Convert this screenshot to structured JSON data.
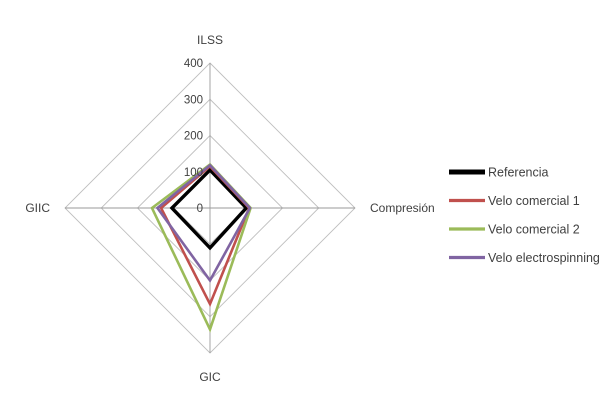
{
  "chart_data": {
    "type": "radar",
    "title": "",
    "categories": [
      "ILSS",
      "Compresión",
      "GIC",
      "GIIC"
    ],
    "tick_labels": [
      "0",
      "100",
      "200",
      "300",
      "400"
    ],
    "tick_values": [
      0,
      100,
      200,
      300,
      400
    ],
    "rlim": [
      0,
      400
    ],
    "grid": true,
    "legend_position": "right",
    "series": [
      {
        "name": "Referencia",
        "color": "#000000",
        "line_width": 3.4,
        "values": [
          105,
          100,
          110,
          105
        ]
      },
      {
        "name": "Velo comercial 1",
        "color": "#c0504d",
        "line_width": 2.6,
        "values": [
          115,
          108,
          265,
          135
        ]
      },
      {
        "name": "Velo comercial 2",
        "color": "#9bbb59",
        "line_width": 2.6,
        "values": [
          120,
          112,
          335,
          160
        ]
      },
      {
        "name": "Velo electrospinning",
        "color": "#8064a2",
        "line_width": 2.6,
        "values": [
          118,
          110,
          200,
          145
        ]
      }
    ]
  },
  "axis_labels": {
    "top": "ILSS",
    "right": "Compresión",
    "bottom": "GIC",
    "left": "GIIC"
  },
  "legend": {
    "items": [
      {
        "label": "Referencia"
      },
      {
        "label": "Velo comercial 1"
      },
      {
        "label": "Velo comercial 2"
      },
      {
        "label": "Velo electrospinning"
      }
    ]
  }
}
